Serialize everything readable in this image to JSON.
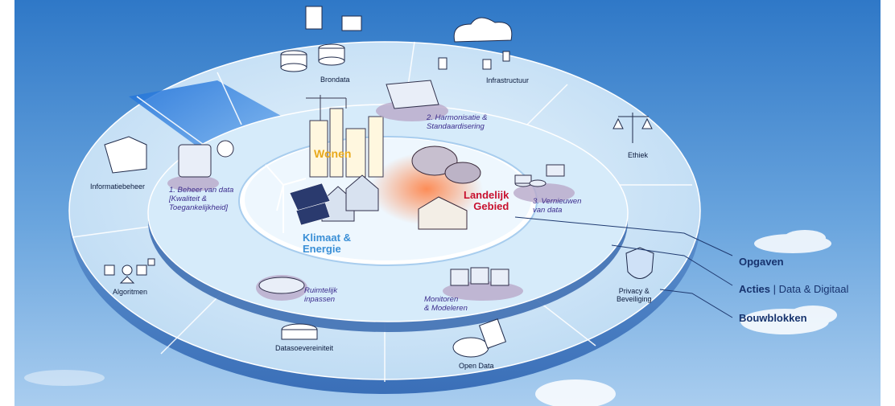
{
  "colors": {
    "sky_top": "#2f78c7",
    "sky_bottom": "#9fc6ec",
    "disc": "#cfe6f8",
    "ring_mid": "#bcdcf5",
    "ring_inner": "#e5f2fc",
    "rim": "#5b93d2",
    "wonen": "#e8a91c",
    "landelijk": "#c8102e",
    "klimaat": "#3a8fd6",
    "legend_text": "#17336e"
  },
  "themes": {
    "wonen": "Wonen",
    "klimaat": "Klimaat &\nEnergie",
    "landelijk": "Landelijk\nGebied"
  },
  "actions": {
    "a1": "1. Beheer van data\n[Kwaliteit &\nToegankelijkheid]",
    "a2": "2. Harmonisatie &\nStandaardisering",
    "a3": "3. Vernieuwen\nvan data",
    "a4": "Ruimtelijk\ninpassen",
    "a5": "Monitoren\n& Modeleren"
  },
  "building_blocks": {
    "brondata": "Brondata",
    "infrastructuur": "Infrastructuur",
    "ethiek": "Ethiek",
    "informatiebeheer": "Informatiebeheer",
    "algoritmen": "Algoritmen",
    "datasoevereiniteit": "Datasoevereiniteit",
    "open_data": "Open Data",
    "privacy": "Privacy &\nBeveiliging"
  },
  "legend": {
    "opgaven": "Opgaven",
    "acties": "Acties",
    "separator": "|",
    "data_digitaal": "Data & Digitaal",
    "bouwblokken": "Bouwblokken"
  }
}
